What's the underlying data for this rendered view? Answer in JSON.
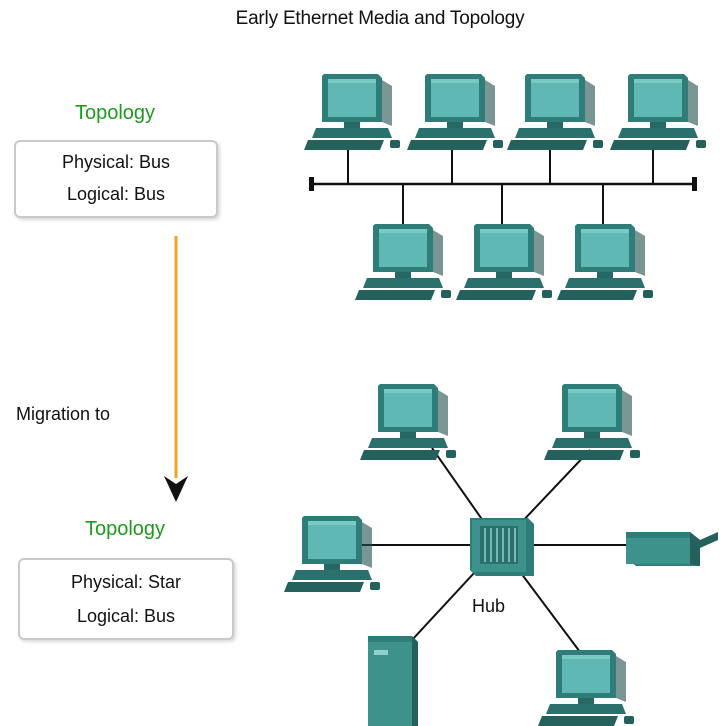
{
  "title": "Early Ethernet Media and Topology",
  "top_panel": {
    "heading": "Topology",
    "physical": "Physical: Bus",
    "logical": "Logical: Bus"
  },
  "migration_label": "Migration to",
  "bottom_panel": {
    "heading": "Topology",
    "physical": "Physical: Star",
    "logical": "Logical: Bus"
  },
  "hub_label": "Hub",
  "colors": {
    "heading_green": "#1f9a1f",
    "arrow_orange": "#f2a322",
    "device_teal": "#2f7d78",
    "screen_teal": "#5fb8b3"
  },
  "icons": [
    "computer-icon",
    "hub-icon",
    "server-icon",
    "printer-icon"
  ]
}
